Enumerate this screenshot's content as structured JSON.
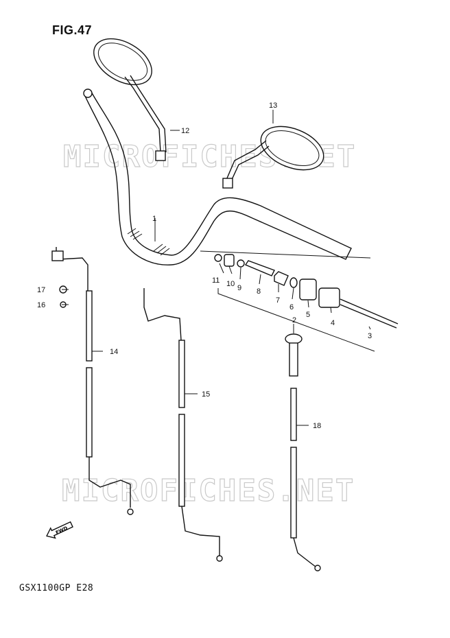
{
  "figure": {
    "title": "FIG.47",
    "model_code": "GSX1100GP  E28",
    "watermark": "MICROFICHES.NET",
    "direction_label": "FWD"
  },
  "callouts": [
    "1",
    "2",
    "3",
    "4",
    "5",
    "6",
    "7",
    "8",
    "9",
    "10",
    "11",
    "12",
    "13",
    "14",
    "15",
    "16",
    "17",
    "18"
  ],
  "colors": {
    "ink": "#111111",
    "watermark": "#c9c9c9",
    "background": "#ffffff"
  }
}
